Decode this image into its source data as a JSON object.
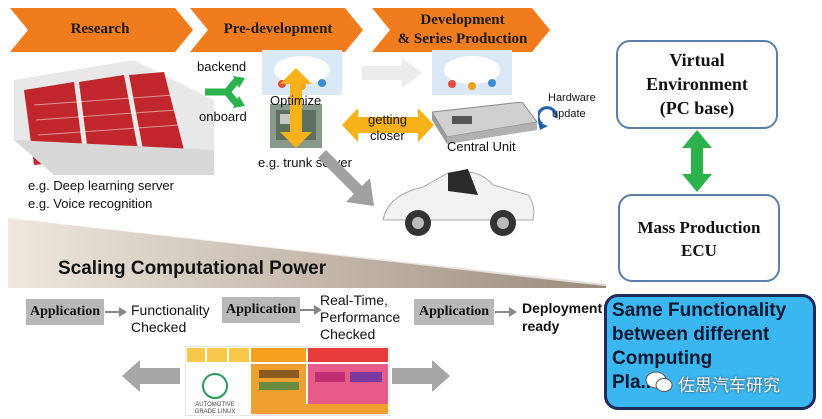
{
  "phases": {
    "research": "Research",
    "predev": "Pre-development",
    "dev_line1": "Development",
    "dev_line2": "& Series Production"
  },
  "labels": {
    "backend": "backend",
    "onboard": "onboard",
    "optimize": "Optimize",
    "getting_closer_1": "getting",
    "getting_closer_2": "closer",
    "central_unit": "Central Unit",
    "hardware_update_1": "Hardware",
    "hardware_update_2": "update",
    "trunk_server": "e.g. trunk server",
    "deep_learning": "e.g. Deep learning server",
    "voice_recognition": "e.g. Voice recognition"
  },
  "scaling_title": "Scaling Computational Power",
  "flow": {
    "app1": "Application",
    "app2": "Application",
    "app3": "Application",
    "func_1": "Functionality",
    "func_2": "Checked",
    "rt_1": "Real-Time,",
    "rt_2": "Performance",
    "rt_3": "Checked",
    "deploy_1": "Deployment",
    "deploy_2": "ready"
  },
  "right": {
    "virtual_1": "Virtual",
    "virtual_2": "Environment",
    "virtual_3": "(PC base)",
    "mass_1": "Mass Production",
    "mass_2": "ECU"
  },
  "callout": {
    "line1": "Same Functionality",
    "line2": "between different",
    "line3": "Computing",
    "line4": "Pla..."
  },
  "watermark": "佐思汽车研究",
  "agl_logo": {
    "line1": "AUTOMOTIVE",
    "line2": "GRADE LINUX"
  },
  "colors": {
    "chevron": "#f07c1e",
    "arrow_green": "#2bb24c",
    "arrow_orange": "#f7b21a",
    "arrow_gray": "#9a9a9a",
    "callout_bg": "#3ab6f0"
  }
}
